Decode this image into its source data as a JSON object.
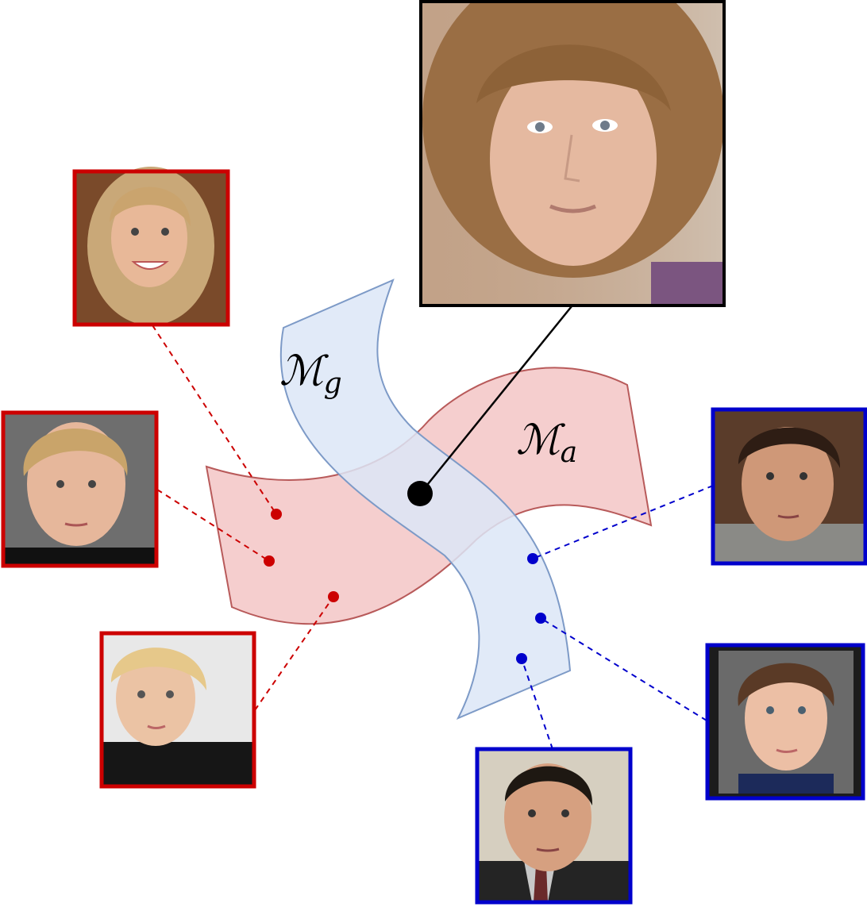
{
  "manifolds": {
    "geometry": {
      "symbol": "ℳ",
      "subscript": "g",
      "fill": "#dce6f7",
      "stroke": "#7d9ac7"
    },
    "appearance": {
      "symbol": "ℳ",
      "subscript": "a",
      "fill": "#f4c9c9",
      "stroke": "#b85a5a"
    }
  },
  "colors": {
    "red_group": "#cc0000",
    "blue_group": "#0000cc",
    "query_frame": "#000000",
    "query_point": "#000000"
  },
  "photos": {
    "query": {
      "icon": "portrait-woman-brown-hair",
      "frame": "black"
    },
    "red": [
      {
        "icon": "portrait-smiling-blonde-woman",
        "frame": "red"
      },
      {
        "icon": "portrait-woman-short-blonde-hair",
        "frame": "red"
      },
      {
        "icon": "portrait-blonde-woman-black-top",
        "frame": "red"
      }
    ],
    "blue": [
      {
        "icon": "portrait-dark-haired-man",
        "frame": "blue"
      },
      {
        "icon": "portrait-woman-short-brown-hair",
        "frame": "blue"
      },
      {
        "icon": "portrait-man-suit-tie",
        "frame": "blue"
      }
    ]
  }
}
